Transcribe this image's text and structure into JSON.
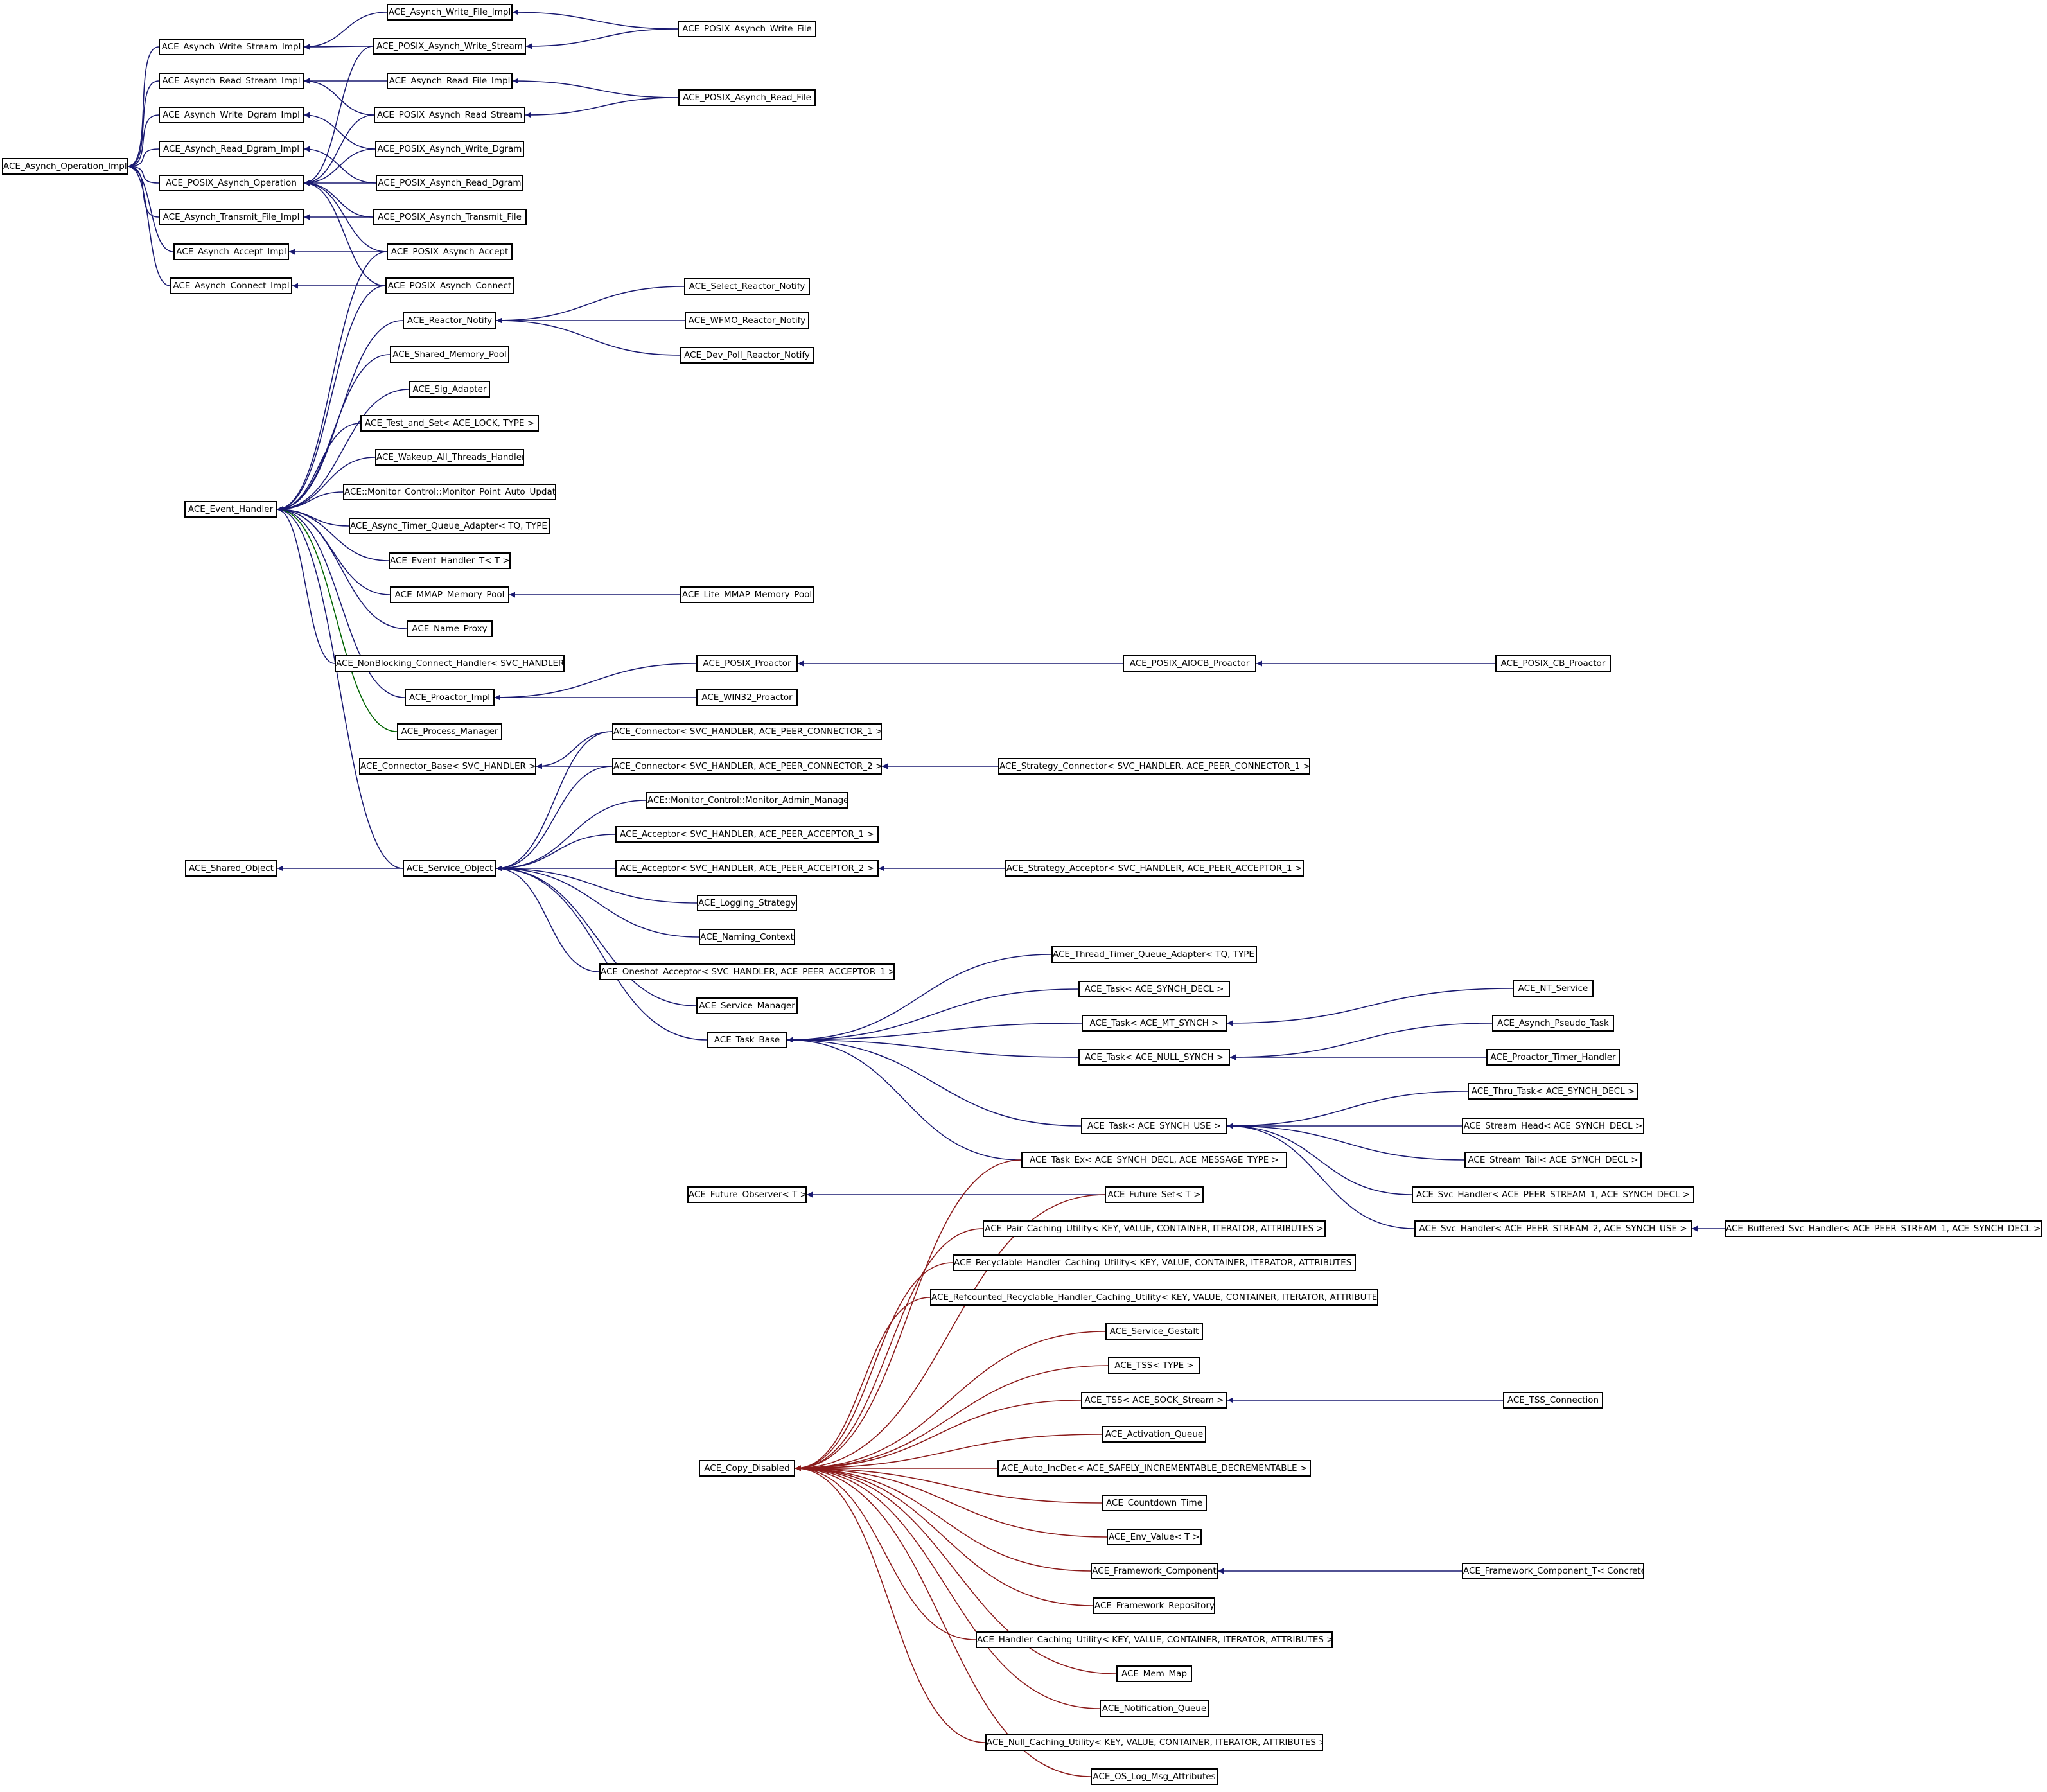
{
  "colors": {
    "inheritance": "#191970",
    "private_inheritance": "#006400",
    "copy_disabled": "#8b1a1a",
    "node_border": "#000000",
    "background": "#ffffff"
  },
  "nodes": {
    "asynch_operation_impl": "ACE_Asynch_Operation_Impl",
    "asynch_write_stream_impl": "ACE_Asynch_Write_Stream_Impl",
    "asynch_read_stream_impl": "ACE_Asynch_Read_Stream_Impl",
    "asynch_write_dgram_impl": "ACE_Asynch_Write_Dgram_Impl",
    "asynch_read_dgram_impl": "ACE_Asynch_Read_Dgram_Impl",
    "posix_asynch_operation": "ACE_POSIX_Asynch_Operation",
    "asynch_transmit_file_impl": "ACE_Asynch_Transmit_File_Impl",
    "asynch_accept_impl": "ACE_Asynch_Accept_Impl",
    "asynch_connect_impl": "ACE_Asynch_Connect_Impl",
    "asynch_write_file_impl": "ACE_Asynch_Write_File_Impl",
    "posix_asynch_write_stream": "ACE_POSIX_Asynch_Write_Stream",
    "asynch_read_file_impl": "ACE_Asynch_Read_File_Impl",
    "posix_asynch_read_stream": "ACE_POSIX_Asynch_Read_Stream",
    "posix_asynch_write_dgram": "ACE_POSIX_Asynch_Write_Dgram",
    "posix_asynch_read_dgram": "ACE_POSIX_Asynch_Read_Dgram",
    "posix_asynch_transmit_file": "ACE_POSIX_Asynch_Transmit_File",
    "posix_asynch_accept": "ACE_POSIX_Asynch_Accept",
    "posix_asynch_connect": "ACE_POSIX_Asynch_Connect",
    "posix_asynch_write_file": "ACE_POSIX_Asynch_Write_File",
    "posix_asynch_read_file": "ACE_POSIX_Asynch_Read_File",
    "event_handler": "ACE_Event_Handler",
    "reactor_notify": "ACE_Reactor_Notify",
    "shared_memory_pool": "ACE_Shared_Memory_Pool",
    "sig_adapter": "ACE_Sig_Adapter",
    "test_and_set": "ACE_Test_and_Set< ACE_LOCK, TYPE >",
    "wakeup_all_threads_handler": "ACE_Wakeup_All_Threads_Handler",
    "monitor_point_auto_updater": "ACE::Monitor_Control::Monitor_Point_Auto_Updater",
    "async_timer_queue_adapter": "ACE_Async_Timer_Queue_Adapter< TQ, TYPE >",
    "event_handler_t": "ACE_Event_Handler_T< T >",
    "mmap_memory_pool": "ACE_MMAP_Memory_Pool",
    "name_proxy": "ACE_Name_Proxy",
    "nonblocking_connect_handler": "ACE_NonBlocking_Connect_Handler< SVC_HANDLER >",
    "proactor_impl": "ACE_Proactor_Impl",
    "process_manager": "ACE_Process_Manager",
    "select_reactor_notify": "ACE_Select_Reactor_Notify",
    "wfmo_reactor_notify": "ACE_WFMO_Reactor_Notify",
    "dev_poll_reactor_notify": "ACE_Dev_Poll_Reactor_Notify",
    "lite_mmap_memory_pool": "ACE_Lite_MMAP_Memory_Pool",
    "posix_proactor": "ACE_POSIX_Proactor",
    "win32_proactor": "ACE_WIN32_Proactor",
    "posix_aiocb_proactor": "ACE_POSIX_AIOCB_Proactor",
    "posix_cb_proactor": "ACE_POSIX_CB_Proactor",
    "connector_base": "ACE_Connector_Base< SVC_HANDLER >",
    "shared_object": "ACE_Shared_Object",
    "service_object": "ACE_Service_Object",
    "connector_1": "ACE_Connector< SVC_HANDLER, ACE_PEER_CONNECTOR_1 >",
    "connector_2": "ACE_Connector< SVC_HANDLER, ACE_PEER_CONNECTOR_2 >",
    "monitor_admin_manager": "ACE::Monitor_Control::Monitor_Admin_Manager",
    "acceptor_1": "ACE_Acceptor< SVC_HANDLER, ACE_PEER_ACCEPTOR_1 >",
    "acceptor_2": "ACE_Acceptor< SVC_HANDLER, ACE_PEER_ACCEPTOR_2 >",
    "logging_strategy": "ACE_Logging_Strategy",
    "naming_context": "ACE_Naming_Context",
    "oneshot_acceptor": "ACE_Oneshot_Acceptor< SVC_HANDLER, ACE_PEER_ACCEPTOR_1 >",
    "service_manager": "ACE_Service_Manager",
    "task_base": "ACE_Task_Base",
    "strategy_connector": "ACE_Strategy_Connector< SVC_HANDLER, ACE_PEER_CONNECTOR_1 >",
    "strategy_acceptor": "ACE_Strategy_Acceptor< SVC_HANDLER, ACE_PEER_ACCEPTOR_1 >",
    "thread_timer_queue_adapter": "ACE_Thread_Timer_Queue_Adapter< TQ, TYPE >",
    "task_synch_decl": "ACE_Task< ACE_SYNCH_DECL >",
    "task_mt_synch": "ACE_Task< ACE_MT_SYNCH >",
    "task_null_synch": "ACE_Task< ACE_NULL_SYNCH >",
    "task_synch_use": "ACE_Task< ACE_SYNCH_USE >",
    "task_ex": "ACE_Task_Ex< ACE_SYNCH_DECL, ACE_MESSAGE_TYPE >",
    "nt_service": "ACE_NT_Service",
    "asynch_pseudo_task": "ACE_Asynch_Pseudo_Task",
    "proactor_timer_handler": "ACE_Proactor_Timer_Handler",
    "thru_task": "ACE_Thru_Task< ACE_SYNCH_DECL >",
    "stream_head": "ACE_Stream_Head< ACE_SYNCH_DECL >",
    "stream_tail": "ACE_Stream_Tail< ACE_SYNCH_DECL >",
    "svc_handler_1": "ACE_Svc_Handler< ACE_PEER_STREAM_1, ACE_SYNCH_DECL >",
    "svc_handler_2": "ACE_Svc_Handler< ACE_PEER_STREAM_2, ACE_SYNCH_USE >",
    "buffered_svc_handler": "ACE_Buffered_Svc_Handler< ACE_PEER_STREAM_1, ACE_SYNCH_DECL >",
    "future_observer": "ACE_Future_Observer< T >",
    "future_set": "ACE_Future_Set< T >",
    "pair_caching_utility": "ACE_Pair_Caching_Utility< KEY, VALUE, CONTAINER, ITERATOR, ATTRIBUTES >",
    "recyclable_handler_caching_utility": "ACE_Recyclable_Handler_Caching_Utility< KEY, VALUE, CONTAINER, ITERATOR, ATTRIBUTES >",
    "refcounted_recyclable_handler_caching_utility": "ACE_Refcounted_Recyclable_Handler_Caching_Utility< KEY, VALUE, CONTAINER, ITERATOR, ATTRIBUTES >",
    "service_gestalt": "ACE_Service_Gestalt",
    "tss_type": "ACE_TSS< TYPE >",
    "tss_sock_stream": "ACE_TSS< ACE_SOCK_Stream >",
    "tss_connection": "ACE_TSS_Connection",
    "activation_queue": "ACE_Activation_Queue",
    "copy_disabled": "ACE_Copy_Disabled",
    "auto_incdec": "ACE_Auto_IncDec< ACE_SAFELY_INCREMENTABLE_DECREMENTABLE >",
    "countdown_time": "ACE_Countdown_Time",
    "env_value": "ACE_Env_Value< T >",
    "framework_component": "ACE_Framework_Component",
    "framework_component_t": "ACE_Framework_Component_T< Concrete >",
    "framework_repository": "ACE_Framework_Repository",
    "handler_caching_utility": "ACE_Handler_Caching_Utility< KEY, VALUE, CONTAINER, ITERATOR, ATTRIBUTES >",
    "mem_map": "ACE_Mem_Map",
    "notification_queue": "ACE_Notification_Queue",
    "null_caching_utility": "ACE_Null_Caching_Utility< KEY, VALUE, CONTAINER, ITERATOR, ATTRIBUTES >",
    "os_log_msg_attributes": "ACE_OS_Log_Msg_Attributes"
  },
  "edges": [
    {
      "from": "asynch_write_stream_impl",
      "to": "asynch_operation_impl",
      "kind": "inheritance"
    },
    {
      "from": "asynch_read_stream_impl",
      "to": "asynch_operation_impl",
      "kind": "inheritance"
    },
    {
      "from": "asynch_write_dgram_impl",
      "to": "asynch_operation_impl",
      "kind": "inheritance"
    },
    {
      "from": "asynch_read_dgram_impl",
      "to": "asynch_operation_impl",
      "kind": "inheritance"
    },
    {
      "from": "posix_asynch_operation",
      "to": "asynch_operation_impl",
      "kind": "inheritance"
    },
    {
      "from": "asynch_transmit_file_impl",
      "to": "asynch_operation_impl",
      "kind": "inheritance"
    },
    {
      "from": "asynch_accept_impl",
      "to": "asynch_operation_impl",
      "kind": "inheritance"
    },
    {
      "from": "asynch_connect_impl",
      "to": "asynch_operation_impl",
      "kind": "inheritance"
    },
    {
      "from": "asynch_write_file_impl",
      "to": "asynch_write_stream_impl",
      "kind": "inheritance"
    },
    {
      "from": "posix_asynch_write_stream",
      "to": "asynch_write_stream_impl",
      "kind": "inheritance"
    },
    {
      "from": "asynch_read_file_impl",
      "to": "asynch_read_stream_impl",
      "kind": "inheritance"
    },
    {
      "from": "posix_asynch_read_stream",
      "to": "asynch_read_stream_impl",
      "kind": "inheritance"
    },
    {
      "from": "posix_asynch_write_dgram",
      "to": "asynch_write_dgram_impl",
      "kind": "inheritance"
    },
    {
      "from": "posix_asynch_read_dgram",
      "to": "asynch_read_dgram_impl",
      "kind": "inheritance"
    },
    {
      "from": "posix_asynch_write_stream",
      "to": "posix_asynch_operation",
      "kind": "inheritance"
    },
    {
      "from": "posix_asynch_read_stream",
      "to": "posix_asynch_operation",
      "kind": "inheritance"
    },
    {
      "from": "posix_asynch_write_dgram",
      "to": "posix_asynch_operation",
      "kind": "inheritance"
    },
    {
      "from": "posix_asynch_read_dgram",
      "to": "posix_asynch_operation",
      "kind": "inheritance"
    },
    {
      "from": "posix_asynch_transmit_file",
      "to": "posix_asynch_operation",
      "kind": "inheritance"
    },
    {
      "from": "posix_asynch_accept",
      "to": "posix_asynch_operation",
      "kind": "inheritance"
    },
    {
      "from": "posix_asynch_connect",
      "to": "posix_asynch_operation",
      "kind": "inheritance"
    },
    {
      "from": "posix_asynch_transmit_file",
      "to": "asynch_transmit_file_impl",
      "kind": "inheritance"
    },
    {
      "from": "posix_asynch_accept",
      "to": "asynch_accept_impl",
      "kind": "inheritance"
    },
    {
      "from": "posix_asynch_connect",
      "to": "asynch_connect_impl",
      "kind": "inheritance"
    },
    {
      "from": "posix_asynch_write_file",
      "to": "asynch_write_file_impl",
      "kind": "inheritance"
    },
    {
      "from": "posix_asynch_write_file",
      "to": "posix_asynch_write_stream",
      "kind": "inheritance"
    },
    {
      "from": "posix_asynch_read_file",
      "to": "asynch_read_file_impl",
      "kind": "inheritance"
    },
    {
      "from": "posix_asynch_read_file",
      "to": "posix_asynch_read_stream",
      "kind": "inheritance"
    },
    {
      "from": "posix_asynch_accept",
      "to": "event_handler",
      "kind": "inheritance"
    },
    {
      "from": "posix_asynch_connect",
      "to": "event_handler",
      "kind": "inheritance"
    },
    {
      "from": "reactor_notify",
      "to": "event_handler",
      "kind": "inheritance"
    },
    {
      "from": "shared_memory_pool",
      "to": "event_handler",
      "kind": "inheritance"
    },
    {
      "from": "sig_adapter",
      "to": "event_handler",
      "kind": "inheritance"
    },
    {
      "from": "test_and_set",
      "to": "event_handler",
      "kind": "inheritance"
    },
    {
      "from": "wakeup_all_threads_handler",
      "to": "event_handler",
      "kind": "inheritance"
    },
    {
      "from": "monitor_point_auto_updater",
      "to": "event_handler",
      "kind": "inheritance"
    },
    {
      "from": "async_timer_queue_adapter",
      "to": "event_handler",
      "kind": "inheritance"
    },
    {
      "from": "event_handler_t",
      "to": "event_handler",
      "kind": "inheritance"
    },
    {
      "from": "mmap_memory_pool",
      "to": "event_handler",
      "kind": "inheritance"
    },
    {
      "from": "name_proxy",
      "to": "event_handler",
      "kind": "inheritance"
    },
    {
      "from": "nonblocking_connect_handler",
      "to": "event_handler",
      "kind": "inheritance"
    },
    {
      "from": "proactor_impl",
      "to": "event_handler",
      "kind": "inheritance"
    },
    {
      "from": "process_manager",
      "to": "event_handler",
      "kind": "private_inheritance"
    },
    {
      "from": "service_object",
      "to": "event_handler",
      "kind": "inheritance"
    },
    {
      "from": "select_reactor_notify",
      "to": "reactor_notify",
      "kind": "inheritance"
    },
    {
      "from": "wfmo_reactor_notify",
      "to": "reactor_notify",
      "kind": "inheritance"
    },
    {
      "from": "dev_poll_reactor_notify",
      "to": "reactor_notify",
      "kind": "inheritance"
    },
    {
      "from": "lite_mmap_memory_pool",
      "to": "mmap_memory_pool",
      "kind": "inheritance"
    },
    {
      "from": "posix_proactor",
      "to": "proactor_impl",
      "kind": "inheritance"
    },
    {
      "from": "win32_proactor",
      "to": "proactor_impl",
      "kind": "inheritance"
    },
    {
      "from": "posix_aiocb_proactor",
      "to": "posix_proactor",
      "kind": "inheritance"
    },
    {
      "from": "posix_cb_proactor",
      "to": "posix_aiocb_proactor",
      "kind": "inheritance"
    },
    {
      "from": "service_object",
      "to": "shared_object",
      "kind": "inheritance"
    },
    {
      "from": "connector_1",
      "to": "connector_base",
      "kind": "inheritance"
    },
    {
      "from": "connector_2",
      "to": "connector_base",
      "kind": "inheritance"
    },
    {
      "from": "connector_1",
      "to": "service_object",
      "kind": "inheritance"
    },
    {
      "from": "connector_2",
      "to": "service_object",
      "kind": "inheritance"
    },
    {
      "from": "monitor_admin_manager",
      "to": "service_object",
      "kind": "inheritance"
    },
    {
      "from": "acceptor_1",
      "to": "service_object",
      "kind": "inheritance"
    },
    {
      "from": "acceptor_2",
      "to": "service_object",
      "kind": "inheritance"
    },
    {
      "from": "logging_strategy",
      "to": "service_object",
      "kind": "inheritance"
    },
    {
      "from": "naming_context",
      "to": "service_object",
      "kind": "inheritance"
    },
    {
      "from": "oneshot_acceptor",
      "to": "service_object",
      "kind": "inheritance"
    },
    {
      "from": "service_manager",
      "to": "service_object",
      "kind": "inheritance"
    },
    {
      "from": "task_base",
      "to": "service_object",
      "kind": "inheritance"
    },
    {
      "from": "strategy_connector",
      "to": "connector_2",
      "kind": "inheritance"
    },
    {
      "from": "strategy_acceptor",
      "to": "acceptor_2",
      "kind": "inheritance"
    },
    {
      "from": "thread_timer_queue_adapter",
      "to": "task_base",
      "kind": "inheritance"
    },
    {
      "from": "task_synch_decl",
      "to": "task_base",
      "kind": "inheritance"
    },
    {
      "from": "task_mt_synch",
      "to": "task_base",
      "kind": "inheritance"
    },
    {
      "from": "task_null_synch",
      "to": "task_base",
      "kind": "inheritance"
    },
    {
      "from": "task_synch_use",
      "to": "task_base",
      "kind": "inheritance"
    },
    {
      "from": "task_ex",
      "to": "task_base",
      "kind": "inheritance"
    },
    {
      "from": "nt_service",
      "to": "task_mt_synch",
      "kind": "inheritance"
    },
    {
      "from": "asynch_pseudo_task",
      "to": "task_null_synch",
      "kind": "inheritance"
    },
    {
      "from": "proactor_timer_handler",
      "to": "task_null_synch",
      "kind": "inheritance"
    },
    {
      "from": "thru_task",
      "to": "task_synch_use",
      "kind": "inheritance"
    },
    {
      "from": "stream_head",
      "to": "task_synch_use",
      "kind": "inheritance"
    },
    {
      "from": "stream_tail",
      "to": "task_synch_use",
      "kind": "inheritance"
    },
    {
      "from": "svc_handler_1",
      "to": "task_synch_use",
      "kind": "inheritance"
    },
    {
      "from": "svc_handler_2",
      "to": "task_synch_use",
      "kind": "inheritance"
    },
    {
      "from": "buffered_svc_handler",
      "to": "svc_handler_2",
      "kind": "inheritance"
    },
    {
      "from": "future_set",
      "to": "future_observer",
      "kind": "inheritance"
    },
    {
      "from": "tss_connection",
      "to": "tss_sock_stream",
      "kind": "inheritance"
    },
    {
      "from": "framework_component_t",
      "to": "framework_component",
      "kind": "inheritance"
    },
    {
      "from": "task_ex",
      "to": "copy_disabled",
      "kind": "copy_disabled"
    },
    {
      "from": "future_set",
      "to": "copy_disabled",
      "kind": "copy_disabled"
    },
    {
      "from": "pair_caching_utility",
      "to": "copy_disabled",
      "kind": "copy_disabled"
    },
    {
      "from": "recyclable_handler_caching_utility",
      "to": "copy_disabled",
      "kind": "copy_disabled"
    },
    {
      "from": "refcounted_recyclable_handler_caching_utility",
      "to": "copy_disabled",
      "kind": "copy_disabled"
    },
    {
      "from": "service_gestalt",
      "to": "copy_disabled",
      "kind": "copy_disabled"
    },
    {
      "from": "tss_type",
      "to": "copy_disabled",
      "kind": "copy_disabled"
    },
    {
      "from": "tss_sock_stream",
      "to": "copy_disabled",
      "kind": "copy_disabled"
    },
    {
      "from": "activation_queue",
      "to": "copy_disabled",
      "kind": "copy_disabled"
    },
    {
      "from": "auto_incdec",
      "to": "copy_disabled",
      "kind": "copy_disabled"
    },
    {
      "from": "countdown_time",
      "to": "copy_disabled",
      "kind": "copy_disabled"
    },
    {
      "from": "env_value",
      "to": "copy_disabled",
      "kind": "copy_disabled"
    },
    {
      "from": "framework_component",
      "to": "copy_disabled",
      "kind": "copy_disabled"
    },
    {
      "from": "framework_repository",
      "to": "copy_disabled",
      "kind": "copy_disabled"
    },
    {
      "from": "handler_caching_utility",
      "to": "copy_disabled",
      "kind": "copy_disabled"
    },
    {
      "from": "mem_map",
      "to": "copy_disabled",
      "kind": "copy_disabled"
    },
    {
      "from": "notification_queue",
      "to": "copy_disabled",
      "kind": "copy_disabled"
    },
    {
      "from": "null_caching_utility",
      "to": "copy_disabled",
      "kind": "copy_disabled"
    },
    {
      "from": "os_log_msg_attributes",
      "to": "copy_disabled",
      "kind": "copy_disabled"
    }
  ]
}
